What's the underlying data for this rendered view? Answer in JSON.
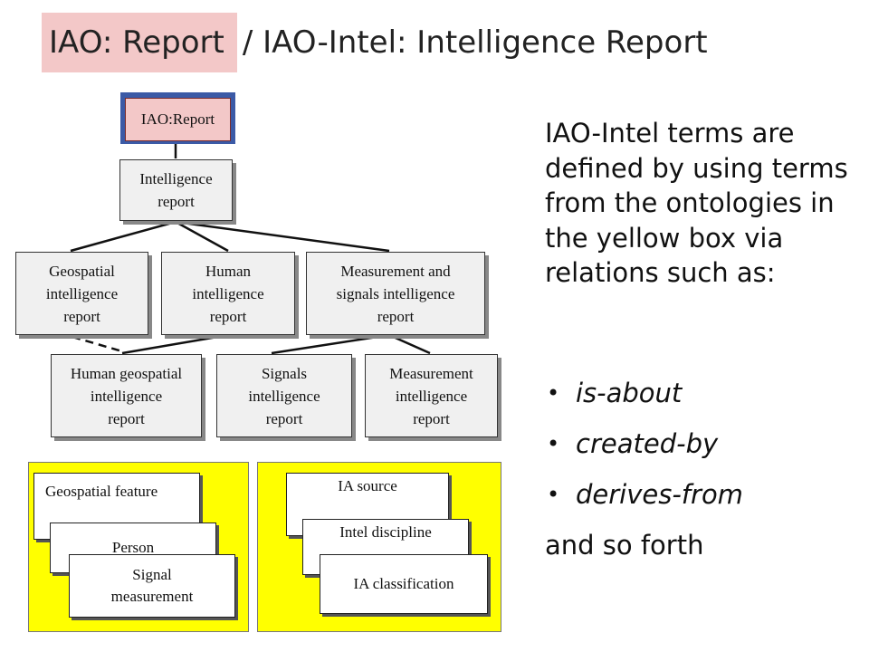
{
  "title": {
    "highlight": "IAO: Report",
    "rest": "/ IAO-Intel: Intelligence Report"
  },
  "colors": {
    "highlight_pink": "#f3c8c8",
    "yellow_panel": "#ffff00",
    "root_border_blue": "#3b5aa6",
    "node_gray": "#f0f0f0"
  },
  "diagram": {
    "root": "IAO:Report",
    "intelligence_report": "Intelligence\nreport",
    "level2": [
      "Geospatial\nintelligence\nreport",
      "Human\nintelligence\nreport",
      "Measurement and\nsignals intelligence\nreport"
    ],
    "level3": [
      "Human geospatial\nintelligence\nreport",
      "Signals\nintelligence\nreport",
      "Measurement\nintelligence\nreport"
    ],
    "left_panel": [
      "Geospatial feature",
      "Person",
      "Signal\nmeasurement"
    ],
    "right_panel": [
      "IA source",
      "Intel discipline",
      "IA classification"
    ]
  },
  "description": "IAO-Intel terms are defined by using terms from the ontologies in the yellow box via relations such as:",
  "relations": [
    "is-about",
    "created-by",
    "derives-from"
  ],
  "closing": "and so forth"
}
